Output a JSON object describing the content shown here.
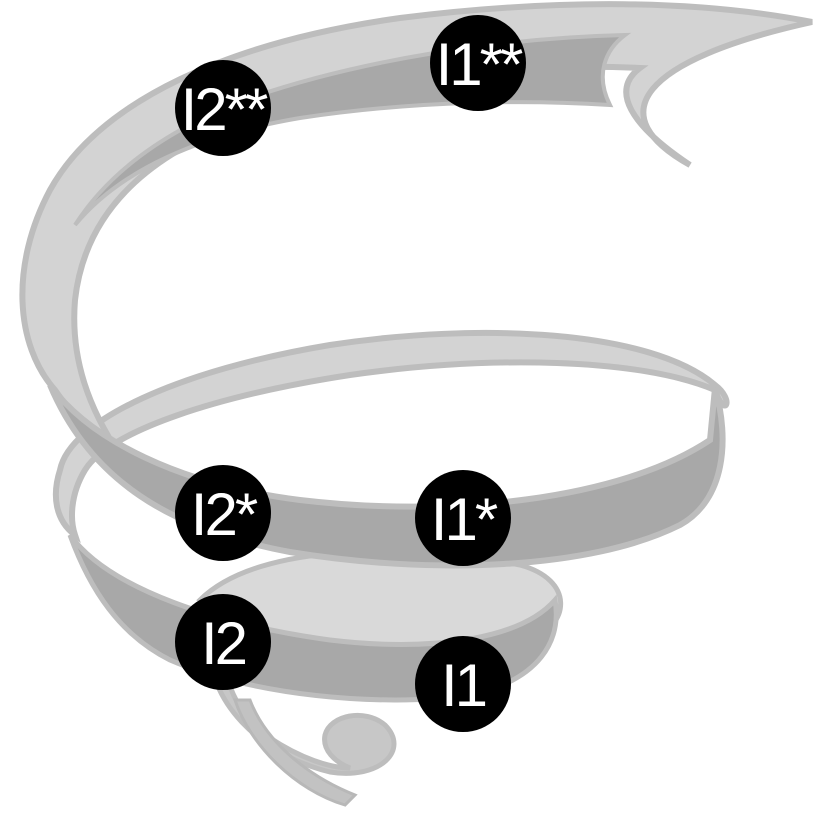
{
  "colors": {
    "ribbon_light": "#d3d3d3",
    "ribbon_dark": "#a8a8a8",
    "ribbon_edge": "#bdbdbd",
    "marker_fill": "#000000",
    "marker_text": "#ffffff",
    "background": "#ffffff"
  },
  "markers": [
    {
      "id": "I2dd",
      "label": "I2**"
    },
    {
      "id": "I1dd",
      "label": "I1**"
    },
    {
      "id": "I2d",
      "label": "I2*"
    },
    {
      "id": "I1d",
      "label": "I1*"
    },
    {
      "id": "I2",
      "label": "I2"
    },
    {
      "id": "I1",
      "label": "I1"
    }
  ]
}
